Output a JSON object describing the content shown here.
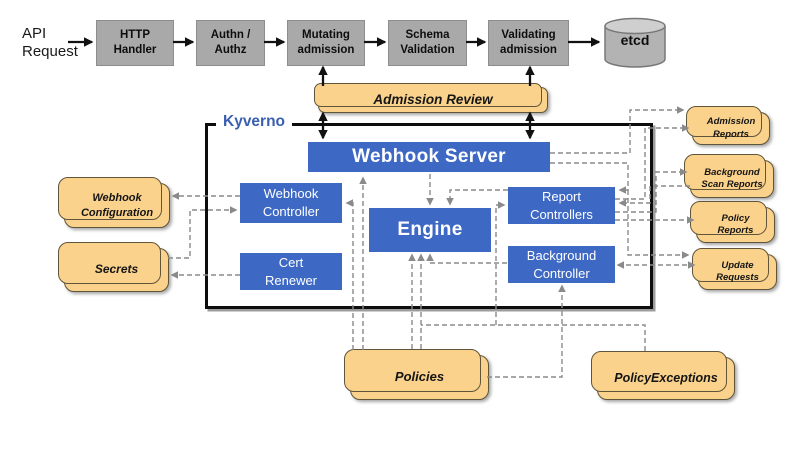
{
  "diagram": {
    "api_request_label": "API\nRequest",
    "kyverno_label": "Kyverno",
    "pipeline": {
      "http_handler": "HTTP\nHandler",
      "authn_authz": "Authn /\nAuthz",
      "mutating_admission": "Mutating\nadmission",
      "schema_validation": "Schema\nValidation",
      "validating_admission": "Validating\nadmission",
      "etcd": "etcd"
    },
    "admission_review": "Admission Review",
    "kyverno_components": {
      "webhook_server": "Webhook Server",
      "webhook_controller": "Webhook\nController",
      "cert_renewer": "Cert\nRenewer",
      "engine": "Engine",
      "report_controllers": "Report\nControllers",
      "background_controller": "Background\nController"
    },
    "resources_left": {
      "webhook_configuration": "Webhook\nConfiguration",
      "secrets": "Secrets"
    },
    "resources_right": {
      "admission_reports": "Admission\nReports",
      "background_scan_reports": "Background\nScan Reports",
      "policy_reports": "Policy\nReports",
      "update_requests": "Update\nRequests"
    },
    "resources_bottom": {
      "policies": "Policies",
      "policy_exceptions": "PolicyExceptions"
    },
    "colors": {
      "blue_box": "#3d68c4",
      "gray_box": "#a9a9a9",
      "yellow_box": "#fad28b",
      "kyverno_label_blue": "#3a5fb0",
      "solid_line": "#111111",
      "dashed_line": "#8f8f8f"
    }
  }
}
